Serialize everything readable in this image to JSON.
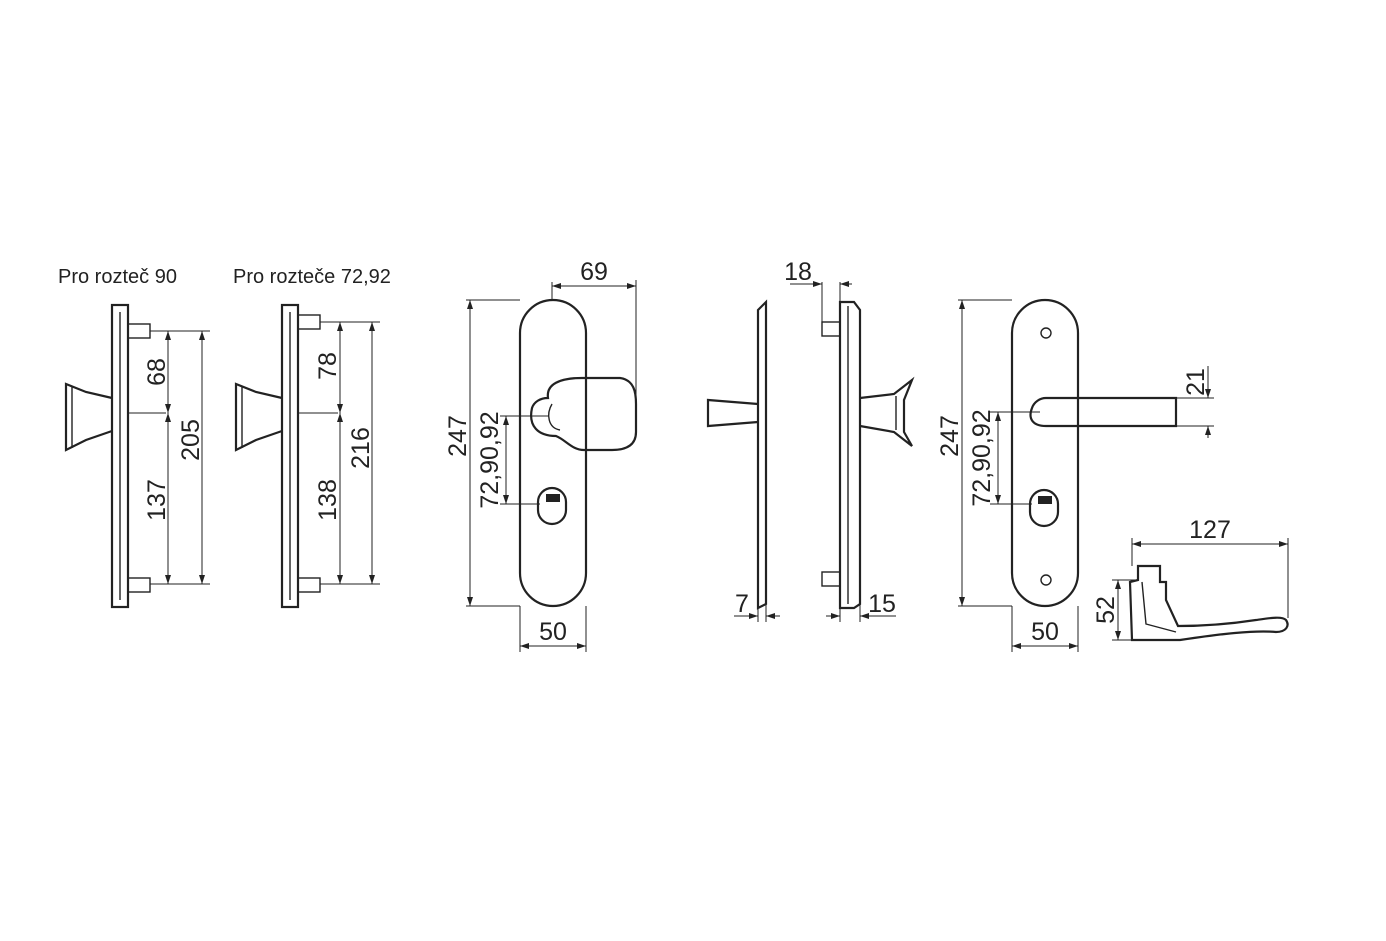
{
  "captions": {
    "spacing_90": "Pro rozteč 90",
    "spacing_72_92": "Pro rozteče 72,92"
  },
  "dimensions": {
    "a_top": "68",
    "a_bottom": "137",
    "a_total": "205",
    "b_top": "78",
    "b_bottom": "138",
    "b_total": "216",
    "knob_height": "247",
    "knob_spacing": "72,90,92",
    "knob_projection": "69",
    "knob_width": "50",
    "side_thickness_a": "7",
    "side_offset": "18",
    "side_thickness_b": "15",
    "lever_height": "247",
    "lever_spacing": "72,90,92",
    "lever_width": "50",
    "lever_diameter": "21",
    "lever_length": "127",
    "lever_depth": "52"
  },
  "colors": {
    "line": "#222222",
    "background": "#ffffff"
  }
}
